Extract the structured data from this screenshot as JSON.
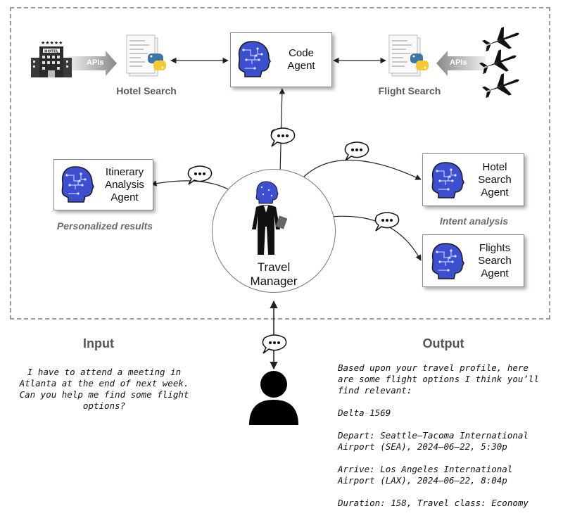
{
  "diagram": {
    "code_agent": {
      "line1": "Code",
      "line2": "Agent"
    },
    "hotel_search_caption": "Hotel Search",
    "flight_search_caption": "Flight Search",
    "apis_label_left": "APIs",
    "apis_label_right": "APIs",
    "hotel_sign": "HOTEL",
    "itinerary_agent": {
      "line1": "Itinerary",
      "line2": "Analysis",
      "line3": "Agent"
    },
    "personalized_caption": "Personalized results",
    "hotel_agent": {
      "line1": "Hotel",
      "line2": "Search",
      "line3": "Agent"
    },
    "intent_caption": "Intent analysis",
    "flights_agent": {
      "line1": "Flights",
      "line2": "Search",
      "line3": "Agent"
    },
    "travel_manager": {
      "line1": "Travel",
      "line2": "Manager"
    }
  },
  "input": {
    "title": "Input",
    "text": "I have to attend a meeting in\nAtlanta at the end of next week.\nCan you help me find some flight\noptions?"
  },
  "output": {
    "title": "Output",
    "text": "Based upon your travel profile, here\nare some flight options I think you’ll\nfind relevant:\n\nDelta 1569\n\nDepart: Seattle–Tacoma International\nAirport (SEA), 2024–06–22, 5:30p\n\nArrive: Los Angeles International\nAirport (LAX), 2024–06–22, 8:04p\n\nDuration: 158, Travel class: Economy"
  },
  "colors": {
    "brain_blue": "#3b4fd0",
    "arrow": "#222222",
    "frame": "#9a9a9a"
  }
}
